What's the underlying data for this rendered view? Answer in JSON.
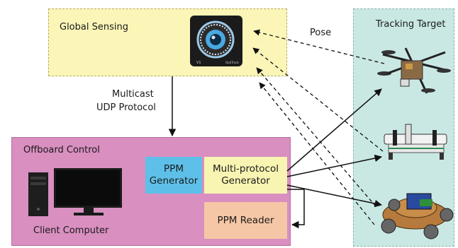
{
  "global_sensing": {
    "title": "Global Sensing"
  },
  "tracking_target": {
    "title": "Tracking Target"
  },
  "offboard_control": {
    "title": "Offboard Control"
  },
  "client_computer": {
    "label": "Client Computer"
  },
  "ppm_generator": {
    "line1": "PPM",
    "line2": "Generator"
  },
  "multi_protocol": {
    "line1": "Multi-protocol",
    "line2": "Generator"
  },
  "ppm_reader": {
    "label": "PPM Reader"
  },
  "edges": {
    "pose": "Pose",
    "multicast_line1": "Multicast",
    "multicast_line2": "UDP Protocol"
  },
  "camera": {
    "brand_text": "OptiTrack",
    "model_text": "V1"
  },
  "colors": {
    "global_bg": "#fbf6b8",
    "tracking_bg": "#c9e8e4",
    "offboard_bg": "#d98fc0",
    "ppm_gen_bg": "#5ec0e8",
    "multi_bg": "#f8f4b2",
    "reader_bg": "#f6c7a6"
  }
}
